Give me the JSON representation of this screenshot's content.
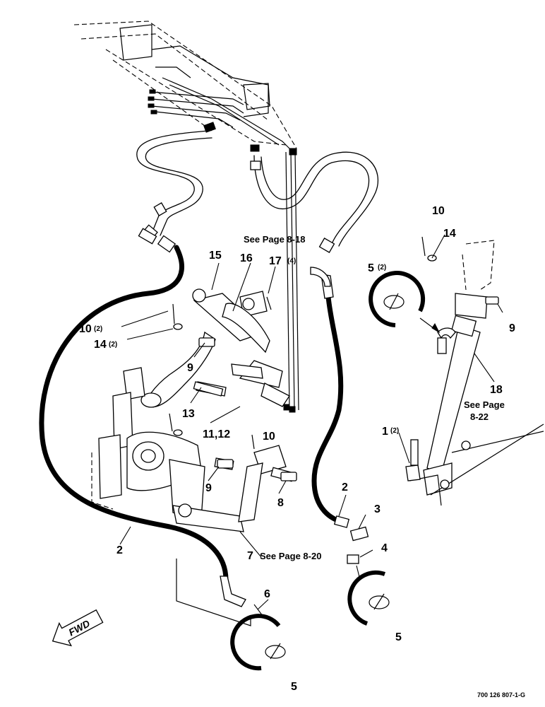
{
  "callouts": {
    "c1": "1",
    "c1q": "(2)",
    "c2a": "2",
    "c2b": "2",
    "c3": "3",
    "c4": "4",
    "c5a": "5",
    "c5aq": "(2)",
    "c5b": "5",
    "c5c": "5",
    "c6": "6",
    "c7": "7",
    "c8": "8",
    "c9a": "9",
    "c9b": "9",
    "c9c": "9",
    "c10a": "10",
    "c10aq": "(2)",
    "c10b": "10",
    "c10c": "10",
    "c1112": "11,12",
    "c13": "13",
    "c14a": "14",
    "c14aq": "(2)",
    "c14b": "14",
    "c15": "15",
    "c16": "16",
    "c17": "17",
    "c17q": "(4)",
    "c18": "18"
  },
  "notes": {
    "see_8_18": "See Page 8-18",
    "see_8_20": "See Page 8-20",
    "see_page": "See Page",
    "page_8_22": "8-22"
  },
  "fwd_label": "FWD",
  "drawing_code": "700 126 807-1-G"
}
